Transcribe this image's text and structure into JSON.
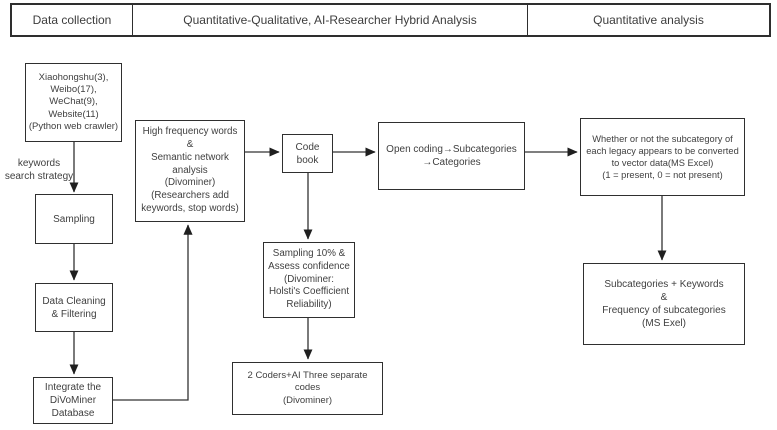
{
  "header": {
    "phases": [
      {
        "label": "Data collection"
      },
      {
        "label": "Quantitative-Qualitative, AI-Researcher Hybrid Analysis"
      },
      {
        "label": "Quantitative analysis"
      }
    ]
  },
  "nodes": {
    "sources": "Xiaohongshu(3),\nWeibo(17),\nWeChat(9),\nWebsite(11)\n(Python web crawler)",
    "sampling": "Sampling",
    "cleaning": "Data Cleaning\n& Filtering",
    "integrate": "Integrate the\nDiVoMiner\nDatabase",
    "high_frequency": "High frequency words\n&\nSemantic network\nanalysis\n(Divominer)\n(Researchers add\nkeywords, stop words)",
    "codebook": "Code\nbook",
    "sampling_10": "Sampling 10% &\nAssess confidence\n(Divominer:\nHolsti's Coefficient\nReliability)",
    "coders": "2 Coders+AI Three separate codes\n(Divominer)",
    "open_coding": "Open coding→Subcategories\n→Categories",
    "vector_data": "Whether or not the subcategory of\neach legacy appears to be converted\nto vector data(MS Excel)\n(1 = present, 0 = not present)",
    "subcategories_freq": "Subcategories + Keywords\n&\nFrequency of subcategories\n(MS Exel)"
  },
  "edge_labels": {
    "keywords": "keywords\nsearch strategy"
  },
  "colors": {
    "line": "#333333",
    "border": "#2f2f2f",
    "text": "#3f3f3f",
    "background": "#ffffff"
  }
}
